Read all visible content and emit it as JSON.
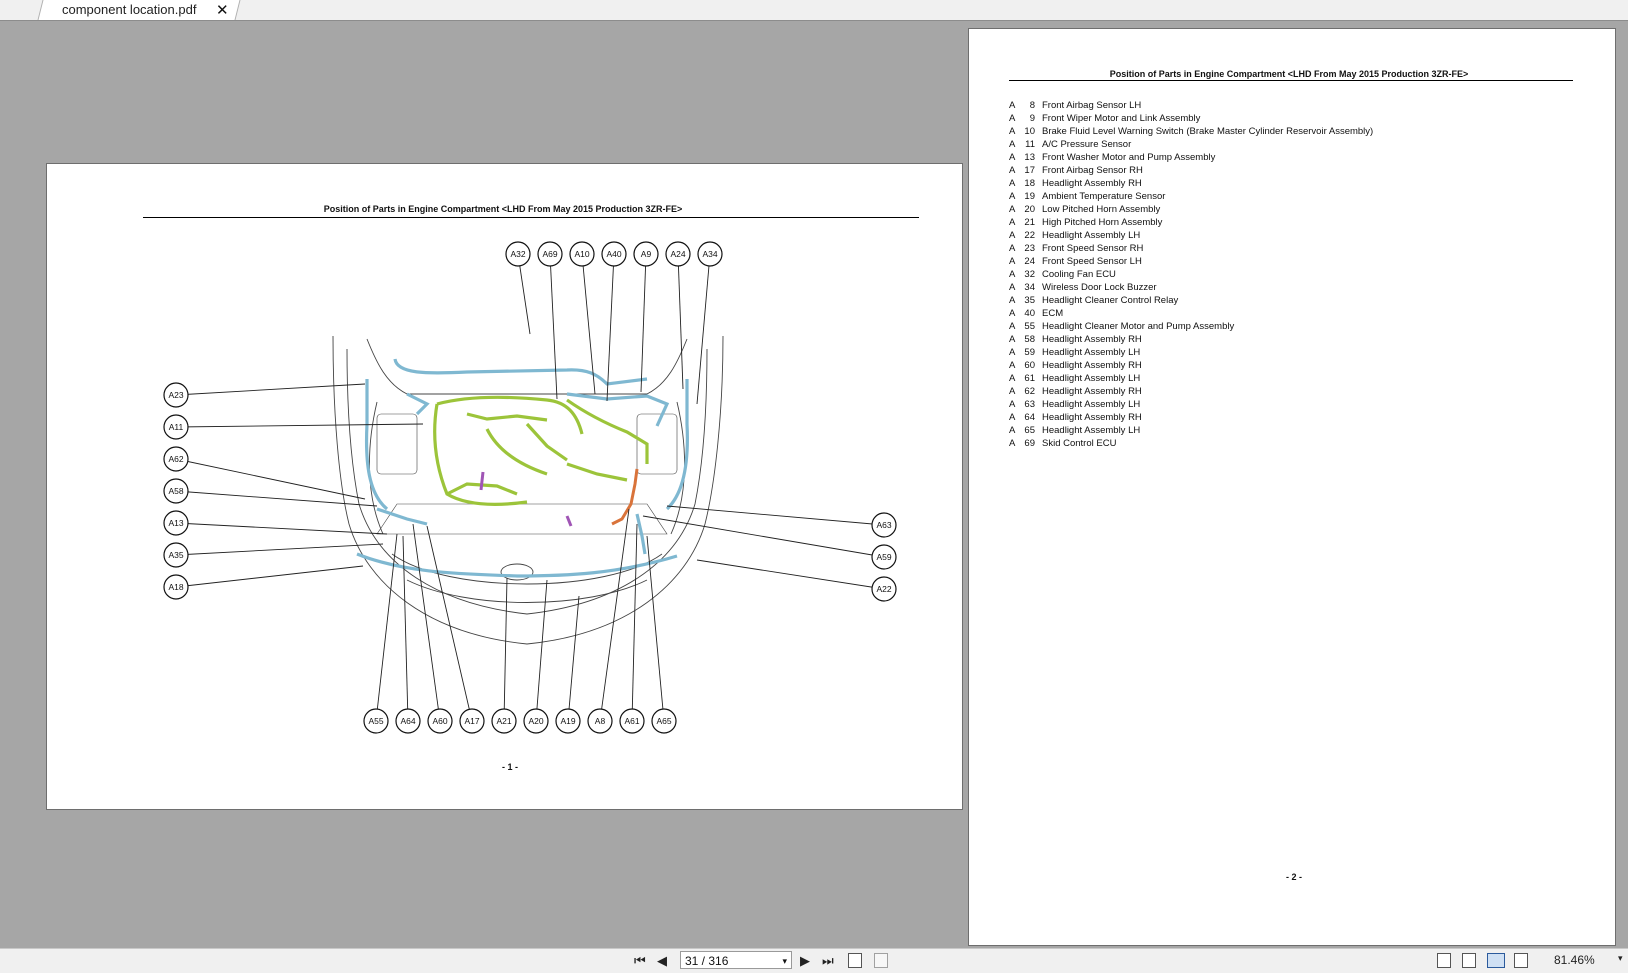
{
  "tab": {
    "title": "component location.pdf",
    "close": "✕"
  },
  "page1": {
    "heading": "Position of Parts in Engine Compartment <LHD From May 2015 Production 3ZR-FE>",
    "page_number": "- 1 -",
    "callouts": [
      "A32",
      "A69",
      "A10",
      "A40",
      "A9",
      "A24",
      "A34",
      "A23",
      "A11",
      "A62",
      "A58",
      "A13",
      "A35",
      "A18",
      "A63",
      "A59",
      "A22",
      "A55",
      "A64",
      "A60",
      "A17",
      "A21",
      "A20",
      "A19",
      "A8",
      "A61",
      "A65"
    ]
  },
  "page2": {
    "heading": "Position of Parts in Engine Compartment <LHD From May 2015 Production 3ZR-FE>",
    "page_number": "- 2 -",
    "parts": [
      {
        "code": "A",
        "num": "8",
        "name": "Front Airbag Sensor LH"
      },
      {
        "code": "A",
        "num": "9",
        "name": "Front Wiper Motor and Link Assembly"
      },
      {
        "code": "A",
        "num": "10",
        "name": "Brake Fluid Level Warning Switch (Brake Master Cylinder Reservoir Assembly)"
      },
      {
        "code": "A",
        "num": "11",
        "name": "A/C Pressure Sensor"
      },
      {
        "code": "A",
        "num": "13",
        "name": "Front Washer Motor and Pump Assembly"
      },
      {
        "code": "A",
        "num": "17",
        "name": "Front Airbag Sensor RH"
      },
      {
        "code": "A",
        "num": "18",
        "name": "Headlight Assembly RH"
      },
      {
        "code": "A",
        "num": "19",
        "name": "Ambient Temperature Sensor"
      },
      {
        "code": "A",
        "num": "20",
        "name": "Low Pitched Horn Assembly"
      },
      {
        "code": "A",
        "num": "21",
        "name": "High Pitched Horn Assembly"
      },
      {
        "code": "A",
        "num": "22",
        "name": "Headlight Assembly LH"
      },
      {
        "code": "A",
        "num": "23",
        "name": "Front Speed Sensor RH"
      },
      {
        "code": "A",
        "num": "24",
        "name": "Front Speed Sensor LH"
      },
      {
        "code": "A",
        "num": "32",
        "name": "Cooling Fan ECU"
      },
      {
        "code": "A",
        "num": "34",
        "name": "Wireless Door Lock Buzzer"
      },
      {
        "code": "A",
        "num": "35",
        "name": "Headlight Cleaner Control Relay"
      },
      {
        "code": "A",
        "num": "40",
        "name": "ECM"
      },
      {
        "code": "A",
        "num": "55",
        "name": "Headlight Cleaner Motor and Pump Assembly"
      },
      {
        "code": "A",
        "num": "58",
        "name": "Headlight Assembly RH"
      },
      {
        "code": "A",
        "num": "59",
        "name": "Headlight Assembly LH"
      },
      {
        "code": "A",
        "num": "60",
        "name": "Headlight Assembly RH"
      },
      {
        "code": "A",
        "num": "61",
        "name": "Headlight Assembly LH"
      },
      {
        "code": "A",
        "num": "62",
        "name": "Headlight Assembly RH"
      },
      {
        "code": "A",
        "num": "63",
        "name": "Headlight Assembly LH"
      },
      {
        "code": "A",
        "num": "64",
        "name": "Headlight Assembly RH"
      },
      {
        "code": "A",
        "num": "65",
        "name": "Headlight Assembly LH"
      },
      {
        "code": "A",
        "num": "69",
        "name": "Skid Control ECU"
      }
    ]
  },
  "toolbar": {
    "page_indicator": "31 / 316",
    "zoom": "81.46%",
    "first_glyph": "⏮",
    "prev_glyph": "◀",
    "next_glyph": "▶",
    "last_glyph": "⏭",
    "dropdown_glyph": "▾"
  },
  "colors": {
    "wire_blue": "#7fb8d1",
    "wire_green": "#9cc43a",
    "wire_orange": "#d9733a",
    "wire_purple": "#a055b5"
  }
}
